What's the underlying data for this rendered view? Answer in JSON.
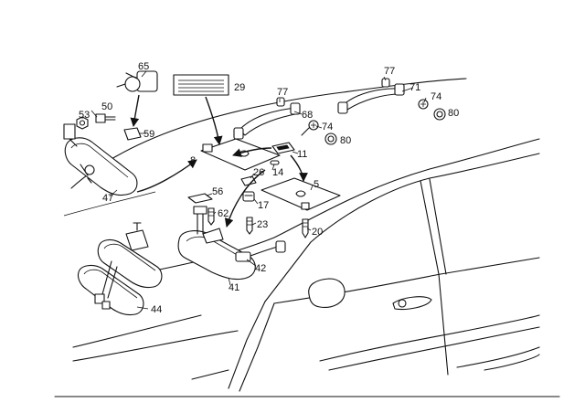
{
  "callouts": {
    "c65": "65",
    "c29": "29",
    "c50": "50",
    "c53": "53",
    "c59": "59",
    "c47": "47",
    "c77a": "77",
    "c77b": "77",
    "c68": "68",
    "c71": "71",
    "c74a": "74",
    "c74b": "74",
    "c80a": "80",
    "c80b": "80",
    "c8": "8",
    "c11": "11",
    "c14": "14",
    "c26": "26",
    "c5": "5",
    "c56": "56",
    "c17": "17",
    "c62": "62",
    "c23": "23",
    "c20": "20",
    "c42": "42",
    "c41": "41",
    "c44": "44"
  }
}
